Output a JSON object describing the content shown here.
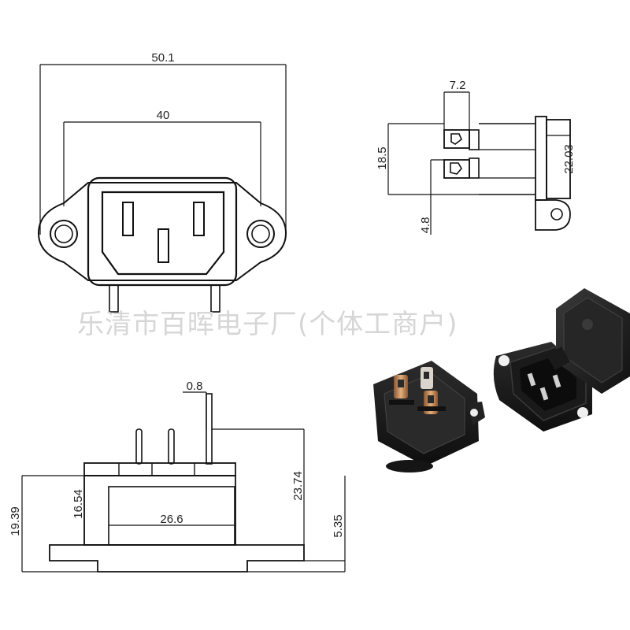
{
  "watermark": "乐清市百晖电子厂(个体工商户)",
  "front_view": {
    "dim_overall_width": "50.1",
    "dim_hole_spacing": "40"
  },
  "side_view": {
    "dim_terminal_width": "7.2",
    "dim_terminal_span": "18.5",
    "dim_body_height": "22.03",
    "dim_terminal_offset": "4.8"
  },
  "bottom_view": {
    "dim_pin_thickness": "0.8",
    "dim_inner_height": "16.54",
    "dim_inner_width": "26.6",
    "dim_pin_height": "23.74",
    "dim_total_height": "19.39",
    "dim_flange": "5.35"
  },
  "colors": {
    "line": "#111111",
    "watermark": "#d6d6d6",
    "plastic": "#1c1c1c",
    "metal": "#c98a52"
  }
}
